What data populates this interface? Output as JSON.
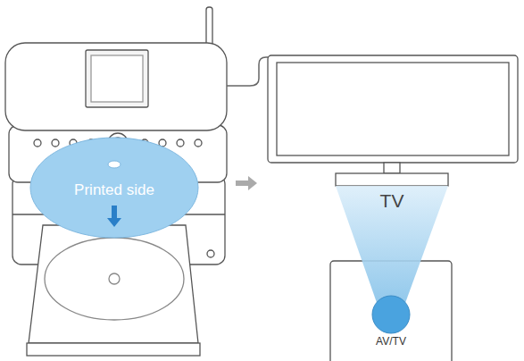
{
  "diagram": {
    "nodes": [
      {
        "text": [
          "Printed side"
        ]
      },
      {
        "text": [
          "AV/TV"
        ]
      }
    ],
    "labels": [
      "TV"
    ]
  }
}
